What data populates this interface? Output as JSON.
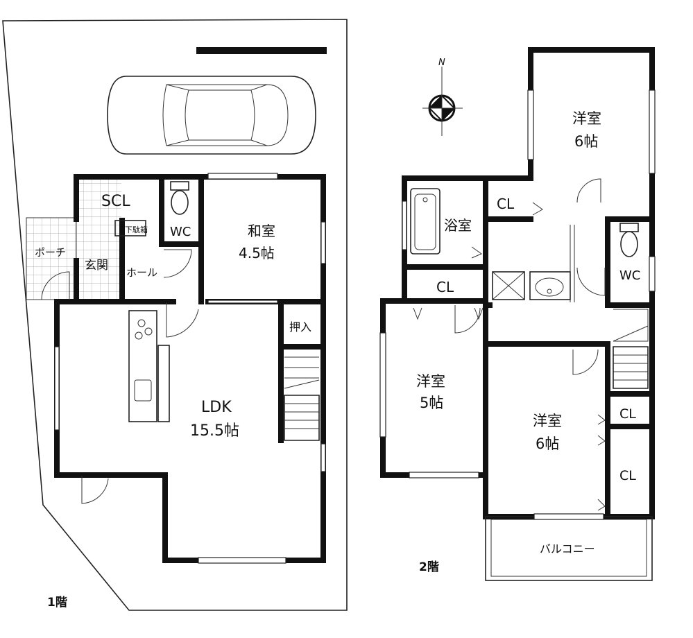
{
  "floor1": {
    "label": "1階",
    "rooms": {
      "scl": "SCL",
      "wc": "WC",
      "washitsu_name": "和室",
      "washitsu_size": "4.5帖",
      "porch": "ポーチ",
      "genkan": "玄関",
      "hall": "ホール",
      "getabako": "下駄箱",
      "oshiire": "押入",
      "ldk_name": "LDK",
      "ldk_size": "15.5帖"
    }
  },
  "floor2": {
    "label": "2階",
    "rooms": {
      "bedroom_ne_name": "洋室",
      "bedroom_ne_size": "6帖",
      "cl_top": "CL",
      "bath": "浴室",
      "cl_mid": "CL",
      "wc": "WC",
      "bedroom_w_name": "洋室",
      "bedroom_w_size": "5帖",
      "bedroom_s_name": "洋室",
      "bedroom_s_size": "6帖",
      "cl_right_upper": "CL",
      "cl_right_lower": "CL",
      "balcony": "バルコニー"
    }
  },
  "compass": {
    "north": "N"
  }
}
